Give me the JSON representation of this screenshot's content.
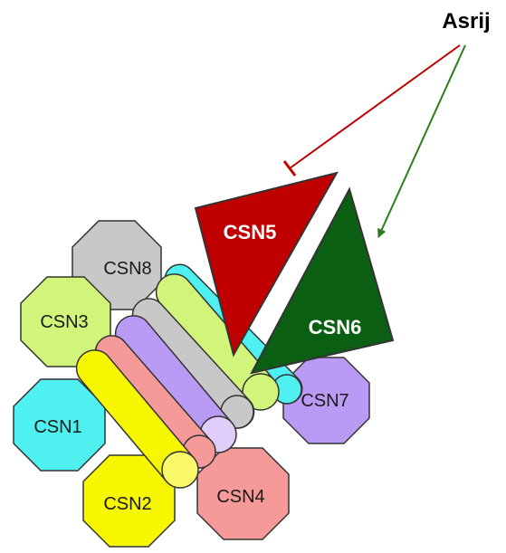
{
  "regulator": {
    "label": "Asrij"
  },
  "subunits": {
    "csn1": {
      "label": "CSN1",
      "color": "#4ef0f0"
    },
    "csn2": {
      "label": "CSN2",
      "color": "#f7f700"
    },
    "csn3": {
      "label": "CSN3",
      "color": "#d0f57a"
    },
    "csn4": {
      "label": "CSN4",
      "color": "#f59a98"
    },
    "csn5": {
      "label": "CSN5",
      "color": "#c00000"
    },
    "csn6": {
      "label": "CSN6",
      "color": "#0b5f13"
    },
    "csn7": {
      "label": "CSN7",
      "color": "#b99bf5"
    },
    "csn8": {
      "label": "CSN8",
      "color": "#c8c8c8"
    }
  },
  "arrows": {
    "inhibition_color": "#c00000",
    "activation_color": "#2e7d1b"
  }
}
